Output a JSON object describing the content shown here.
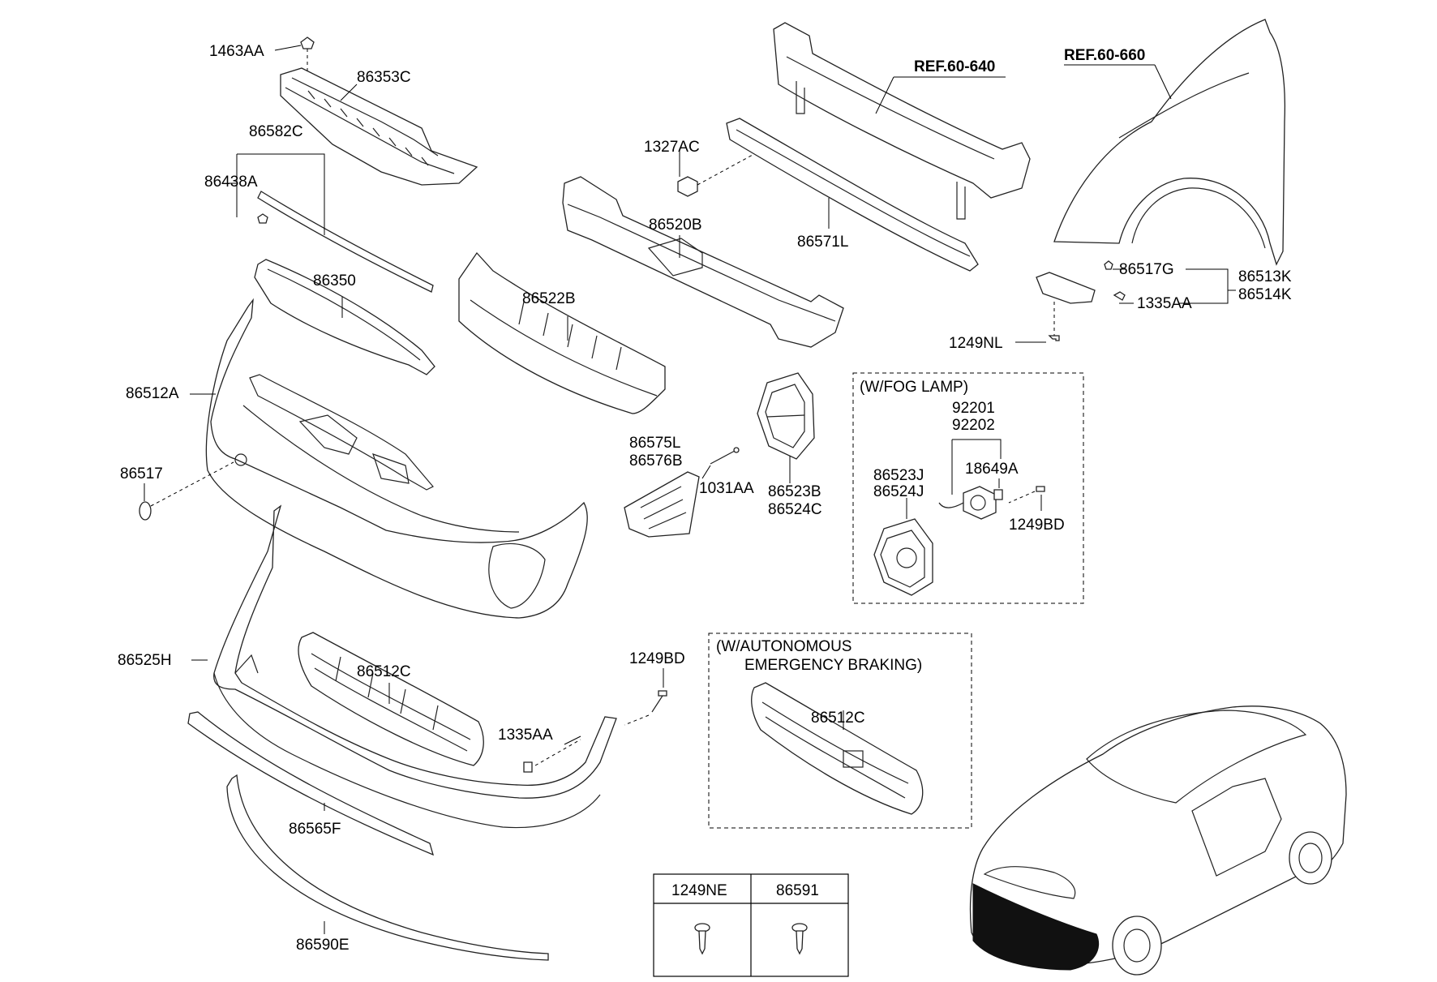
{
  "refs": {
    "ref_640": "REF.60-640",
    "ref_660": "REF.60-660"
  },
  "labels": {
    "p1463AA": "1463AA",
    "p86353C": "86353C",
    "p86582C": "86582C",
    "p86438A": "86438A",
    "p86350": "86350",
    "p86512A": "86512A",
    "p86517": "86517",
    "p1327AC": "1327AC",
    "p86520B": "86520B",
    "p86571L": "86571L",
    "p86522B": "86522B",
    "p86575L": "86575L",
    "p86576B": "86576B",
    "p1031AA": "1031AA",
    "p86523B": "86523B",
    "p86524C": "86524C",
    "p86517G": "86517G",
    "p86513K": "86513K",
    "p86514K": "86514K",
    "p1335AA_top": "1335AA",
    "p1249NL": "1249NL",
    "p86525H": "86525H",
    "p86512C": "86512C",
    "p1249BD_mid": "1249BD",
    "p1335AA_mid": "1335AA",
    "p86565F": "86565F",
    "p86590E": "86590E"
  },
  "fog_box": {
    "title": "(W/FOG LAMP)",
    "p92201": "92201",
    "p92202": "92202",
    "p18649A": "18649A",
    "p86523J": "86523J",
    "p86524J": "86524J",
    "p1249BD": "1249BD"
  },
  "aeb_box": {
    "title_line1": "(W/AUTONOMOUS",
    "title_line2": "EMERGENCY BRAKING)",
    "p86512C": "86512C"
  },
  "fastener_table": {
    "col1": "1249NE",
    "col2": "86591"
  }
}
